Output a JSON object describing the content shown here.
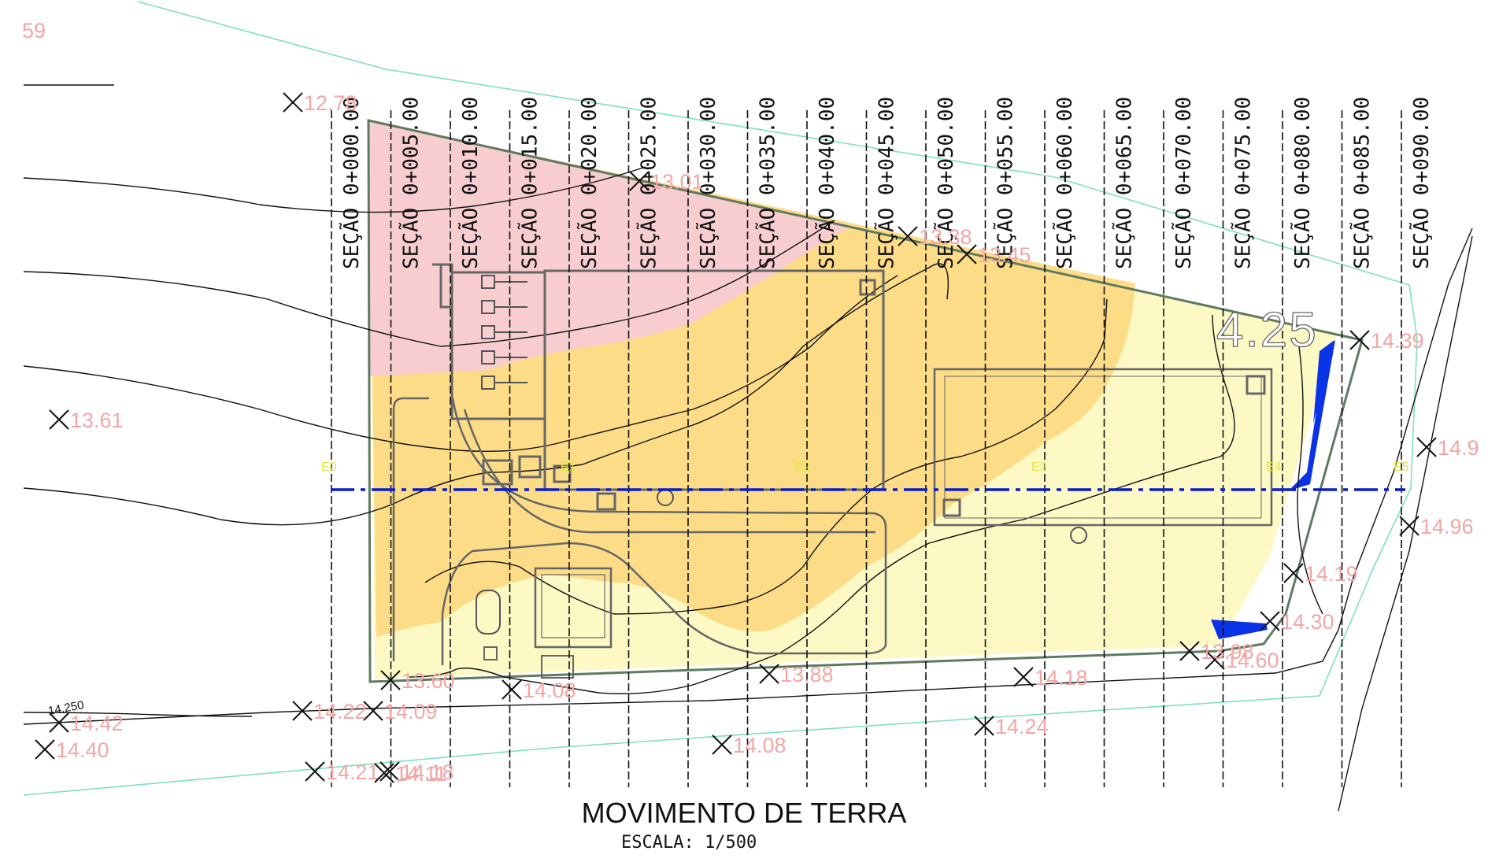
{
  "drawing": {
    "title": "MOVIMENTO DE TERRA",
    "scale_label": "ESCALA: 1/500"
  },
  "corner_label": "59",
  "big_elevation_label": "4.25",
  "road_note": "14.250",
  "sections": [
    "SEÇÃO 0+000.00",
    "SEÇÃO 0+005.00",
    "SEÇÃO 0+010.00",
    "SEÇÃO 0+015.00",
    "SEÇÃO 0+020.00",
    "SEÇÃO 0+025.00",
    "SEÇÃO 0+030.00",
    "SEÇÃO 0+035.00",
    "SEÇÃO 0+040.00",
    "SEÇÃO 0+045.00",
    "SEÇÃO 0+050.00",
    "SEÇÃO 0+055.00",
    "SEÇÃO 0+060.00",
    "SEÇÃO 0+065.00",
    "SEÇÃO 0+070.00",
    "SEÇÃO 0+075.00",
    "SEÇÃO 0+080.00",
    "SEÇÃO 0+085.00",
    "SEÇÃO 0+090.00"
  ],
  "spot_elevations": [
    "12.78",
    "13.61",
    "13.01",
    "13.38",
    "13.45",
    "14.39",
    "14.9",
    "14.96",
    "14.19",
    "14.30",
    "14.60",
    "13.98",
    "14.18",
    "13.88",
    "14.08",
    "13.60",
    "14.09",
    "14.22",
    "14.42",
    "14.40",
    "14.08",
    "14.24",
    "14.18",
    "14.21",
    "14.11"
  ],
  "axis_markers": [
    "E0",
    "E1",
    "E2",
    "E3",
    "E4",
    "E5"
  ],
  "colors": {
    "cut_high": "#f8cdd0",
    "cut": "#fddc88",
    "fill": "#fdf9c4",
    "fill_deep": "#0a32e6",
    "axis": "#0a1cc8",
    "spot": "#f2a6a6",
    "boundary": "#5f7a5f",
    "property_line": "#7fe0bf"
  }
}
